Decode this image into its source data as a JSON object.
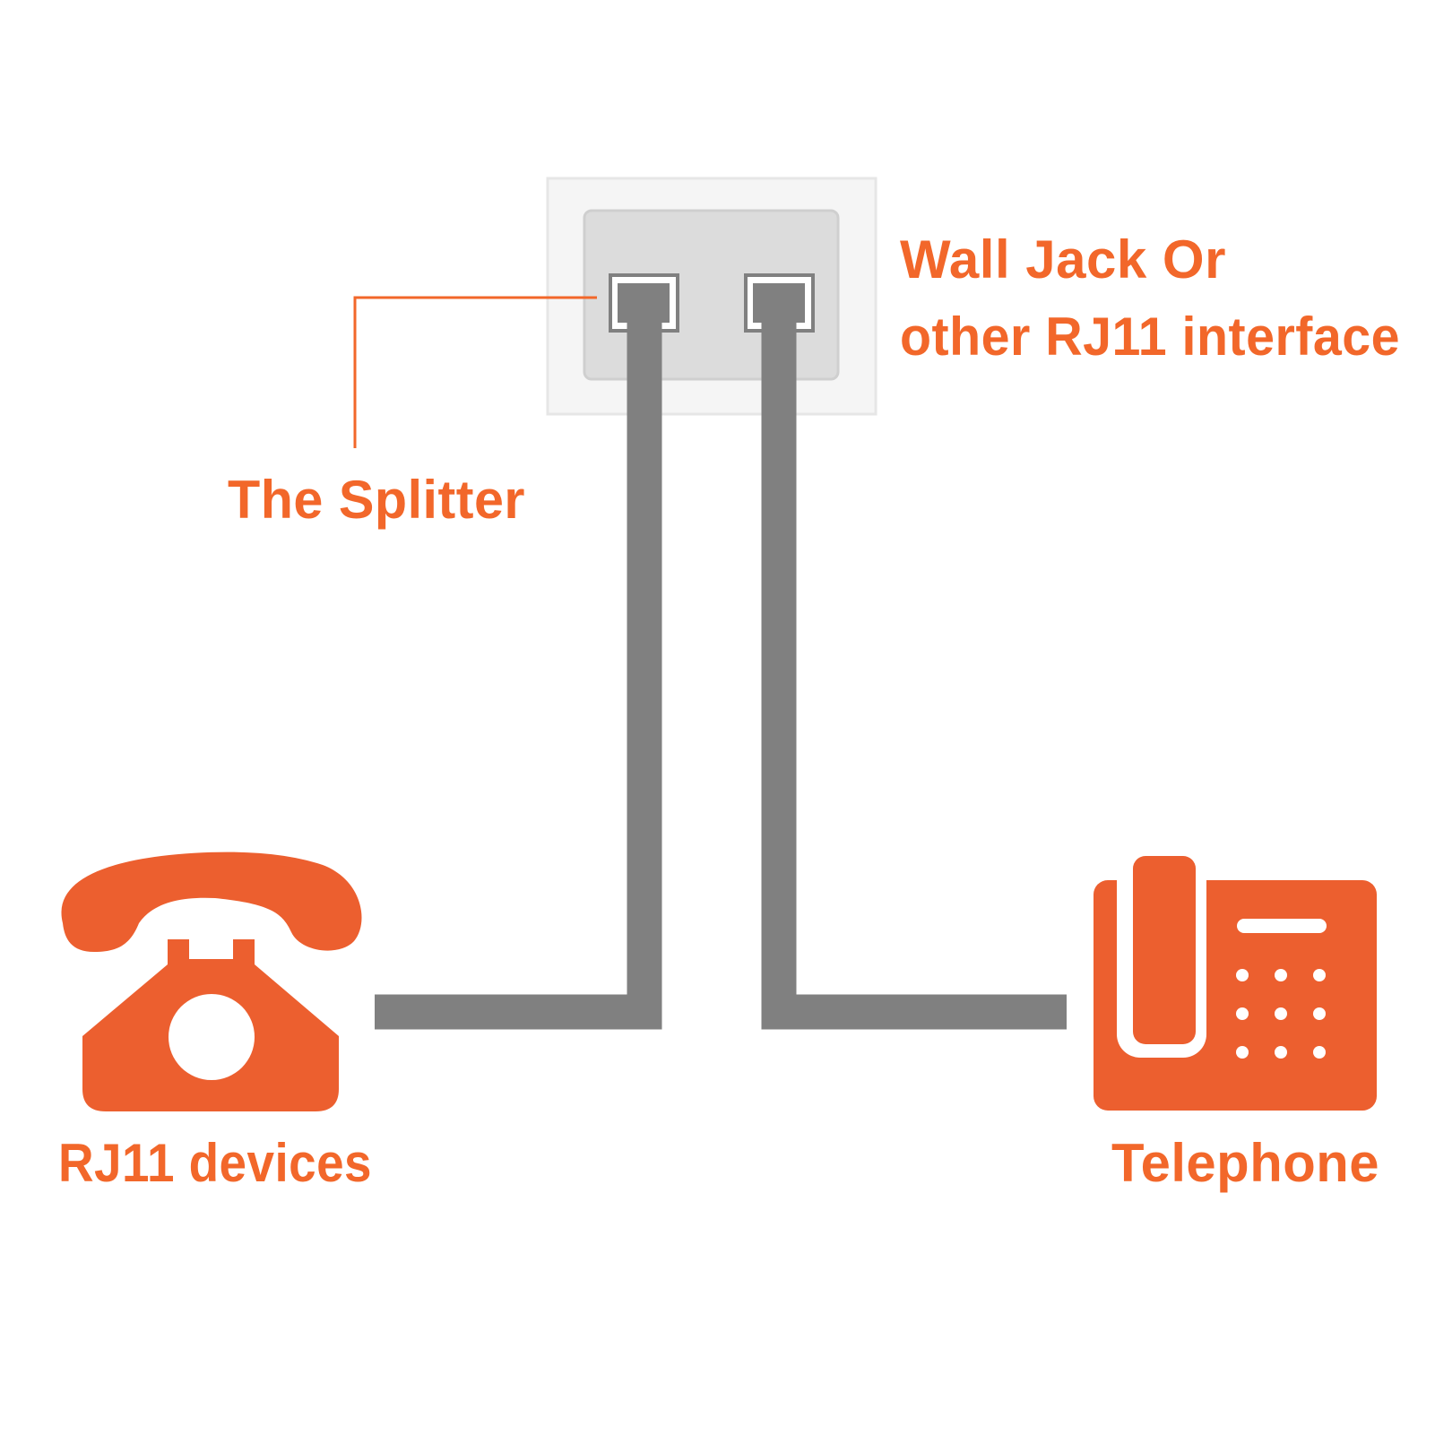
{
  "labels": {
    "wall_jack_line1": "Wall Jack Or",
    "wall_jack_line2": "other RJ11 interface",
    "splitter": "The Splitter",
    "rj11_devices": "RJ11 devices",
    "telephone": "Telephone"
  },
  "colors": {
    "accent": "#f2672a",
    "icon": "#ec5f2f",
    "cable": "#808080",
    "plate_outer": "#f5f5f5",
    "plate_inner": "#dcdcdc"
  },
  "icons": {
    "left_device": "rotary-phone-icon",
    "right_device": "desk-phone-icon",
    "wall_jack": "wall-jack-icon"
  }
}
